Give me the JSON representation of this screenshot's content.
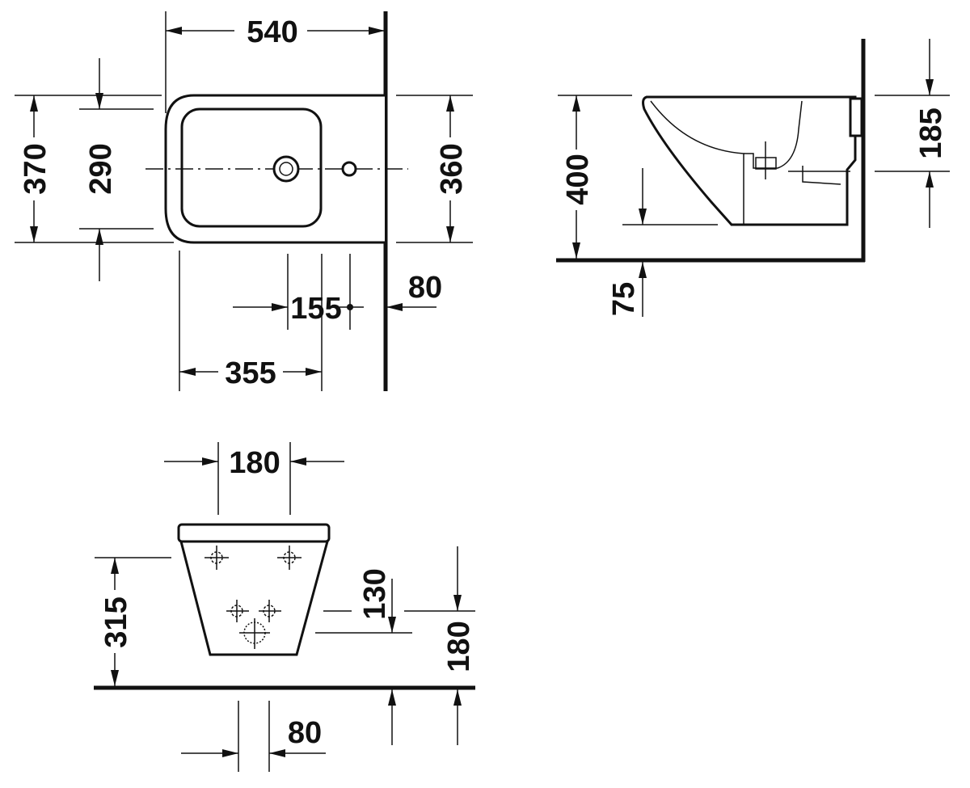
{
  "title": "Wall-hung bidet dimension drawing",
  "colors": {
    "line": "#111111",
    "background": "#ffffff"
  },
  "top_view": {
    "width": "540",
    "depth_outer": "370",
    "depth_inner": "290",
    "depth_wall": "360",
    "tap_hole_offset": "155",
    "wall_to_tap": "80",
    "front_to_drain": "355"
  },
  "side_view": {
    "rim_height": "400",
    "floor_offset": "75",
    "outlet_height": "185"
  },
  "front_view": {
    "bolt_spacing": "180",
    "bolt_height": "315",
    "supply_above_drain": "130",
    "supply_height": "180",
    "drain_offset": "80"
  }
}
